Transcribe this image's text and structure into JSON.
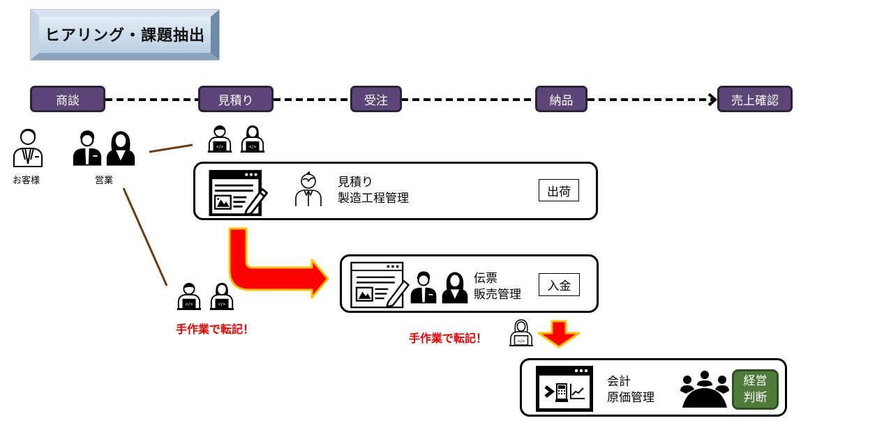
{
  "title": "ヒアリング・課題抽出",
  "flow": {
    "steps": [
      "商談",
      "見積り",
      "受注",
      "納品",
      "売上確認"
    ]
  },
  "people": {
    "customer_label": "お客様",
    "sales_label": "営業"
  },
  "panels": [
    {
      "lines": [
        "見積り",
        "製造工程管理"
      ],
      "tag": "出荷"
    },
    {
      "lines": [
        "伝票",
        "販売管理"
      ],
      "tag": "入金"
    },
    {
      "lines": [
        "会計",
        "原価管理"
      ],
      "decision": [
        "経営",
        "判断"
      ]
    }
  ],
  "warnings": [
    "手作業で転記！",
    "手作業で転記！"
  ],
  "colors": {
    "step_fill": "#5b4677",
    "connector": "#6b3a12",
    "arrow_fill": "#ff0000",
    "arrow_outline": "#ffc000",
    "warning_text": "#e60000",
    "decision_fill": "#4e7a3a"
  }
}
